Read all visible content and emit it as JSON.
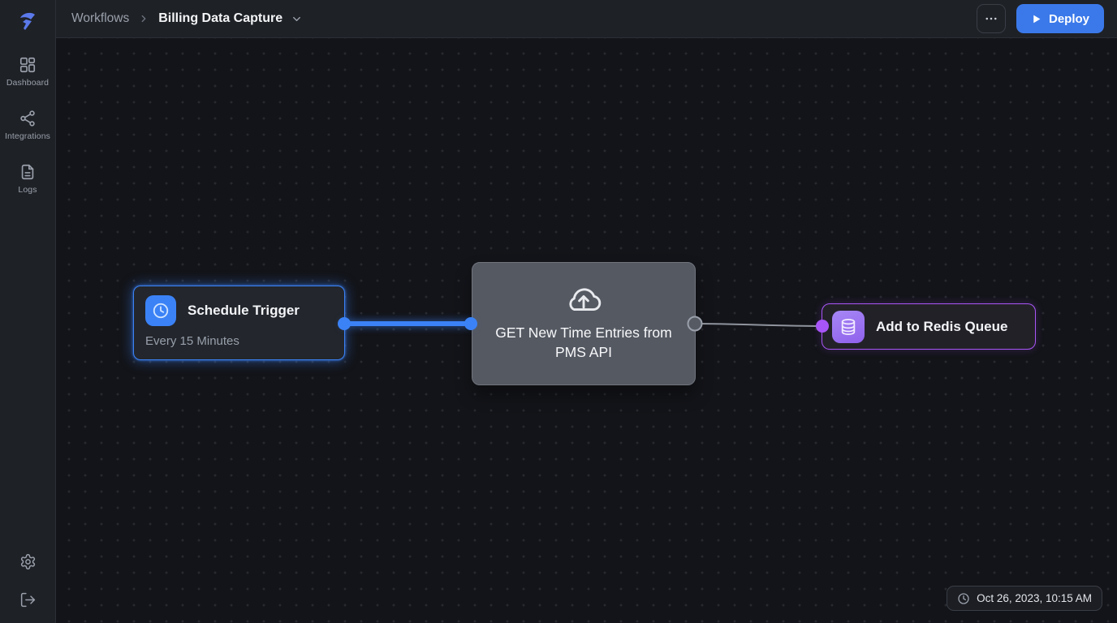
{
  "header": {
    "breadcrumb": {
      "section": "Workflows",
      "separator_icon": "chevron-right-icon",
      "current": "Billing Data Capture",
      "caret_icon": "chevron-down-icon"
    },
    "actions": {
      "more_icon": "ellipsis-icon",
      "deploy_label": "Deploy",
      "deploy_icon": "play-icon"
    }
  },
  "sidebar": {
    "logo_icon": "brand-logo",
    "items": [
      {
        "label": "Dashboard",
        "icon": "dashboard-grid-icon"
      },
      {
        "label": "Integrations",
        "icon": "share-network-icon"
      },
      {
        "label": "Logs",
        "icon": "document-icon"
      }
    ],
    "footer_icons": [
      "settings-gear-icon",
      "logout-icon"
    ]
  },
  "canvas": {
    "nodes": [
      {
        "id": "schedule-trigger",
        "title": "Schedule Trigger",
        "subtitle": "Every 15 Minutes",
        "icon": "clock-icon",
        "accent": "#3b82f6"
      },
      {
        "id": "get-time-entries",
        "title": "GET New Time Entries from PMS API",
        "icon": "cloud-upload-icon",
        "accent": "#70747d"
      },
      {
        "id": "redis-queue",
        "title": "Add to Redis Queue",
        "icon": "database-icon",
        "accent": "#a855f7"
      }
    ],
    "connections": [
      {
        "from": "schedule-trigger",
        "to": "get-time-entries",
        "state": "active",
        "color": "#3b82f6"
      },
      {
        "from": "get-time-entries",
        "to": "redis-queue",
        "state": "idle",
        "color": "#8f949d"
      }
    ],
    "timestamp": {
      "label": "Oct 26, 2023, 10:15 AM",
      "icon": "clock-icon"
    }
  },
  "colors": {
    "canvas_bg": "#131419",
    "chrome_bg": "#1e2126",
    "accent_blue": "#3b82f6",
    "accent_purple": "#a855f7",
    "node_gray": "#555962",
    "text_primary": "#f4f5f7",
    "text_muted": "#9aa0ab"
  }
}
